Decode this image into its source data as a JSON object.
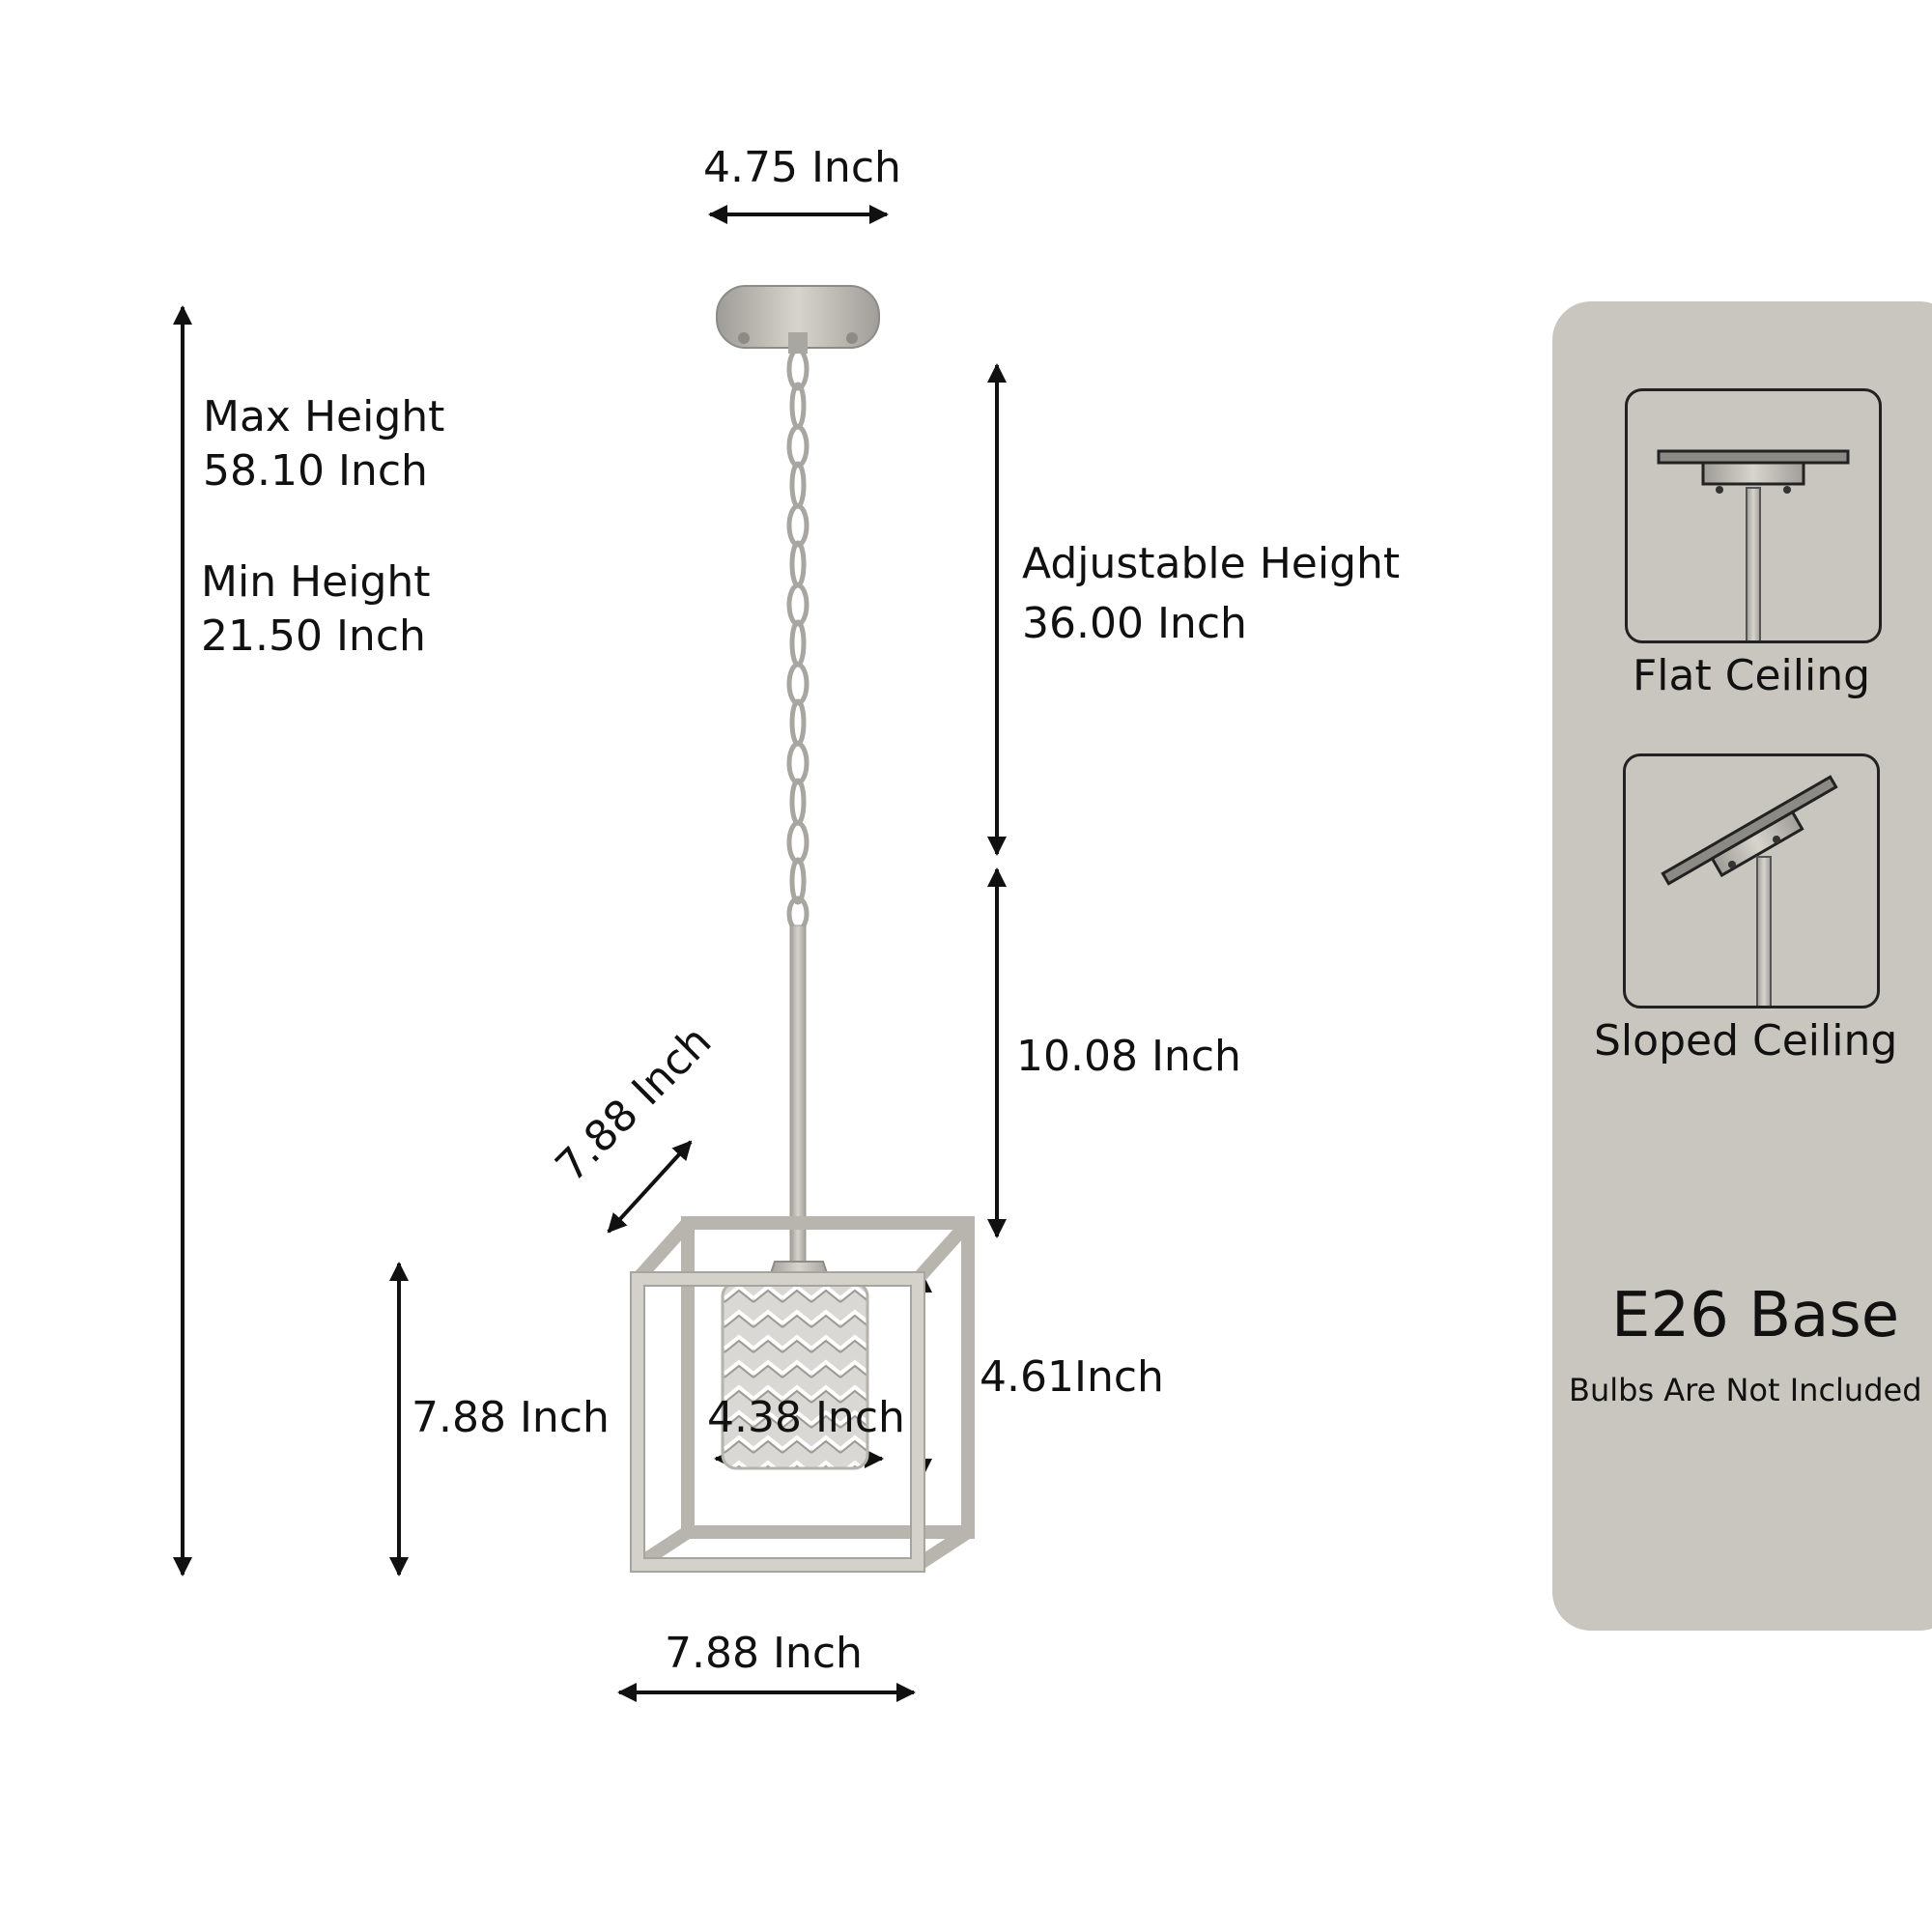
{
  "dimensions": {
    "canopy_width": "4.75 Inch",
    "max_height_label": "Max Height",
    "max_height_value": "58.10 Inch",
    "min_height_label": "Min Height",
    "min_height_value": "21.50 Inch",
    "adjustable_label": "Adjustable Height",
    "adjustable_value": "36.00 Inch",
    "drop_length": "10.08 Inch",
    "cage_depth": "7.88 Inch",
    "cage_height": "7.88 Inch",
    "cage_width": "7.88 Inch",
    "shade_width": "4.38 Inch",
    "shade_height": "4.61Inch"
  },
  "panel": {
    "flat_label": "Flat Ceiling",
    "sloped_label": "Sloped Ceiling",
    "base_title": "E26 Base",
    "base_note": "Bulbs Are Not Included"
  },
  "colors": {
    "panel_bg": "#c8c6be",
    "metal": "#bfbdb6",
    "arrow": "#111111"
  }
}
